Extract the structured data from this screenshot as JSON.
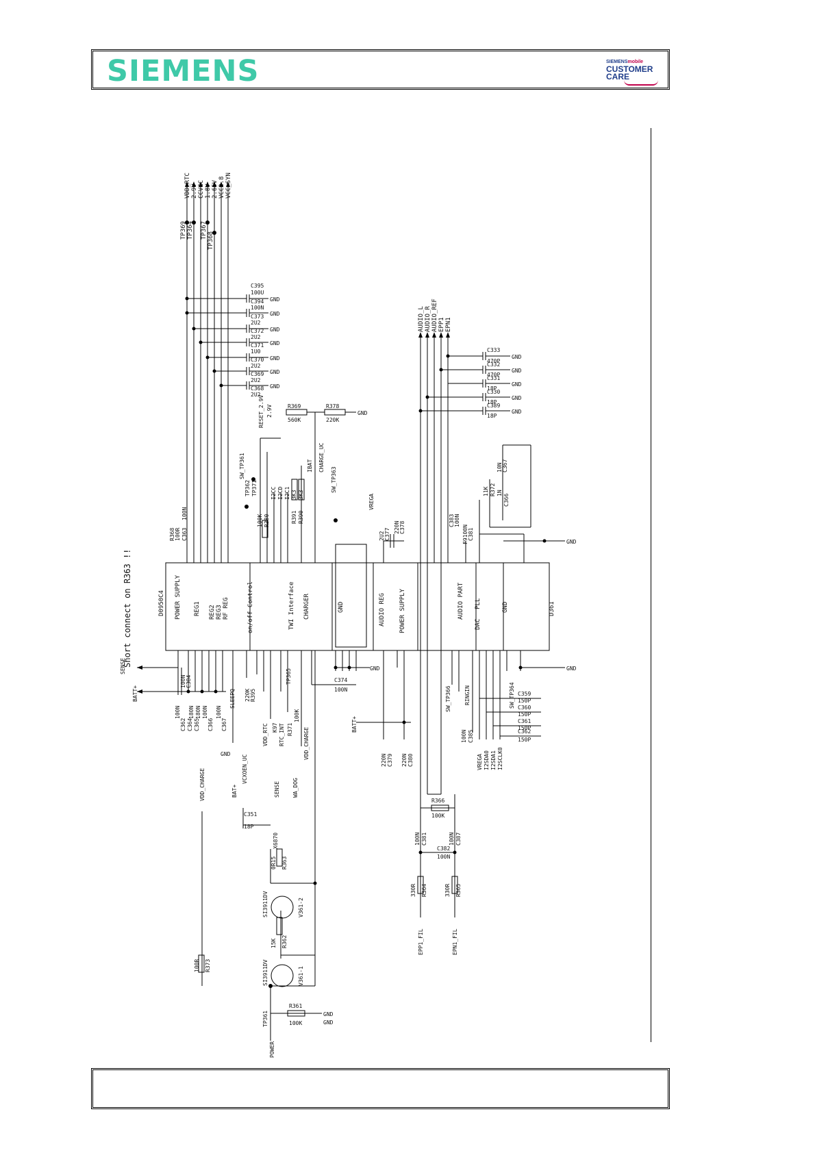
{
  "header": {
    "brand": "SIEMENS",
    "care_line1_a": "SIEMENS",
    "care_line1_b": "mobile",
    "care_line2": "CUSTOMER",
    "care_line3": "CARE"
  },
  "schematic": {
    "chip_name": "D0950C4",
    "chip_ref": "D361",
    "note": "Short connect on R363 !!",
    "blocks": [
      "POWER SUPPLY",
      "REG1",
      "REG2",
      "REG3",
      "RF REG",
      "on/off Control",
      "TWI Interface",
      "CHARGER",
      "GND",
      "AUDIO REG",
      "POWER SUPPLY",
      "PLL",
      "AUDIO PART",
      "DAC",
      "GND"
    ],
    "supply_nets": [
      "VDD_RTC",
      "2.9V",
      "CCVCC",
      "1.8V",
      "2.65V",
      "VCC2.8",
      "VCC_SYN"
    ],
    "test_points": [
      "TP369",
      "TP364",
      "TP367",
      "TP368"
    ],
    "top_caps": [
      {
        "ref": "C395",
        "val": "100U"
      },
      {
        "ref": "C394",
        "val": "100N"
      },
      {
        "ref": "C373",
        "val": "2U2"
      },
      {
        "ref": "C372",
        "val": "2U2"
      },
      {
        "ref": "C371",
        "val": "1U0"
      },
      {
        "ref": "C370",
        "val": "2U2"
      },
      {
        "ref": "C369",
        "val": "2U2"
      },
      {
        "ref": "C368",
        "val": "2U2"
      }
    ],
    "gnd": "GND",
    "mid_nets": [
      "RESET_2.9V",
      "2.9V",
      "R369",
      "560K",
      "R378",
      "220K",
      "IBAT",
      "CHARGE_UC",
      "TP371",
      "TP362",
      "I2CC",
      "I2CD",
      "I2C1",
      "3K3",
      "3K3",
      "R391",
      "R390",
      "100K",
      "R380",
      "SW_TP361",
      "SW_TP363",
      "VREGA",
      "2U2",
      "C377",
      "220N",
      "C378",
      "C363",
      "100N",
      "R368",
      "100R",
      "C383",
      "100N"
    ],
    "audio_nets": [
      "AUDIO_L",
      "AUDIO_R",
      "AUDIO_REF",
      "EPP1",
      "EPN1"
    ],
    "audio_caps": [
      {
        "ref": "C333",
        "val": "470P"
      },
      {
        "ref": "C332",
        "val": "470P"
      },
      {
        "ref": "C331",
        "val": "18P"
      },
      {
        "ref": "C330",
        "val": "18P"
      },
      {
        "ref": "C389",
        "val": "18P"
      }
    ],
    "pll_parts": [
      "R372",
      "11K",
      "C366",
      "1N",
      "C367",
      "10N",
      "C381",
      "F9100N"
    ],
    "left_nets": [
      "SENSE",
      "BATT+",
      "C384",
      "100N",
      "C362",
      "C364",
      "C365",
      "C366",
      "C367",
      "100N",
      "180N",
      "180N",
      "100N",
      "100N",
      "SLEEPQ",
      "VCXOEN_UC",
      "R395",
      "220K",
      "VDD_RTC",
      "K97",
      "RTC_INT",
      "R371",
      "100K",
      "VDD_CHARGE",
      "WA_DOG",
      "TP365",
      "C374",
      "100N"
    ],
    "bottom_nets": [
      "BATT+",
      "C379",
      "220N",
      "C380",
      "220N",
      "RINGIN",
      "SW_TP366",
      "SW_TP364",
      "VREGA",
      "I2SDA0",
      "I2SDA1",
      "I2SCLK0",
      "C385",
      "100N",
      "C359",
      "C360",
      "C361",
      "C362",
      "150P",
      "150P",
      "150P",
      "150P"
    ],
    "lower_left": [
      "VDD_CHARGE",
      "BAT+",
      "C351",
      "18P",
      "X6870",
      "SENSE",
      "R363",
      "0R15",
      "SI3911DV",
      "V361-2",
      "R362",
      "15K",
      "SI3911DV",
      "V361-1",
      "R373",
      "100R",
      "TP361",
      "POWER",
      "R361",
      "100K",
      "GND"
    ],
    "lower_right": [
      "R366",
      "100K",
      "C381",
      "100N",
      "C382",
      "100N",
      "C387",
      "100N",
      "R364",
      "330R",
      "R365",
      "330R",
      "EPP1_FIL",
      "EPN1_FIL"
    ]
  }
}
